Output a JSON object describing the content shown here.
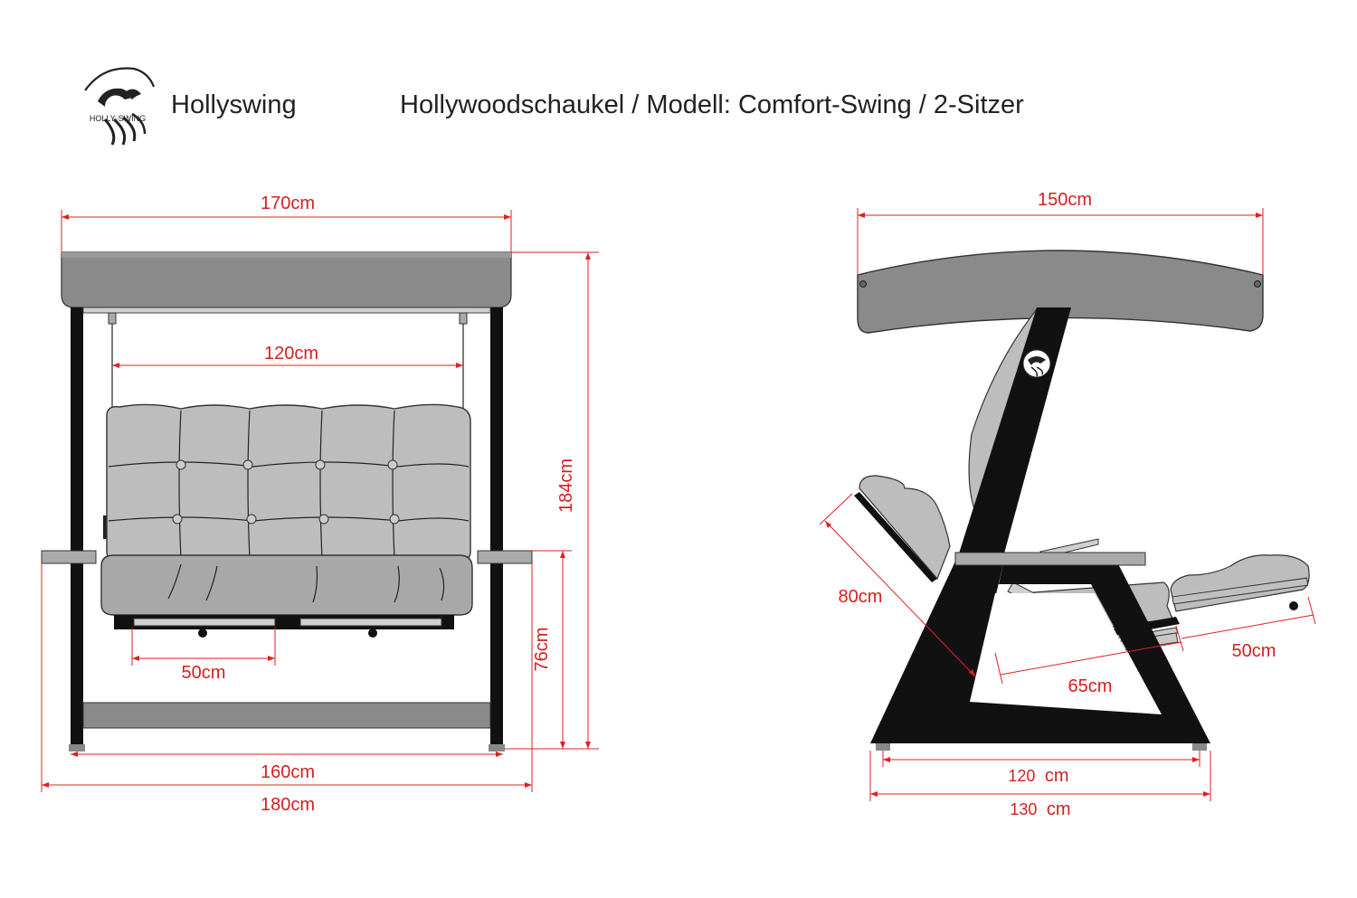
{
  "header": {
    "brand_name": "Hollyswing",
    "logo_text": "HOLLY·SWING",
    "title": "Hollywoodschaukel / Modell: Comfort-Swing / 2-Sitzer"
  },
  "front_view": {
    "canopy_width": "170cm",
    "seat_width": "120cm",
    "cushion_depth": "50cm",
    "total_height": "184cm",
    "armrest_height": "76cm",
    "base_width": "160cm",
    "total_width": "180cm"
  },
  "side_view": {
    "canopy_width": "150cm",
    "backrest_length": "80cm",
    "seat_length": "65cm",
    "footrest_length": "50cm",
    "base_inner_num": "120",
    "base_inner_unit": "cm",
    "base_outer_num": "130",
    "base_outer_unit": "cm"
  },
  "colors": {
    "dimension": "#e02020",
    "frame": "#111111",
    "canopy": "#8a8a8a",
    "cushion": "#bdbdbd"
  }
}
